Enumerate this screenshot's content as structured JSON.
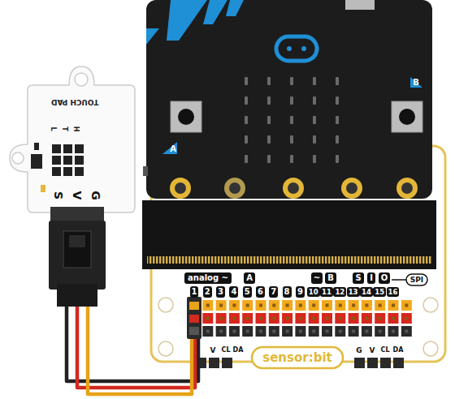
{
  "diagram": {
    "labels": [
      "TOUCH PAD",
      "L",
      "T",
      "H",
      "S",
      "V",
      "G",
      "A",
      "B",
      "analog ~",
      "A",
      "~",
      "B",
      "S",
      "I",
      "O",
      "SPI",
      "1",
      "2",
      "3",
      "4",
      "5",
      "6",
      "7",
      "8",
      "9",
      "10",
      "11",
      "12",
      "13",
      "14",
      "15",
      "16",
      "V",
      "CL",
      "DA",
      "sensor:bit",
      "G",
      "V",
      "CL",
      "DA"
    ]
  }
}
